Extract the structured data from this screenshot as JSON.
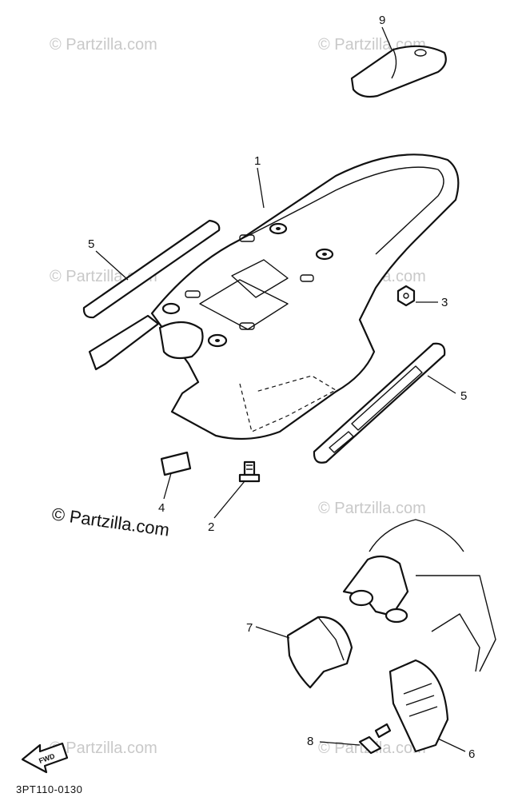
{
  "diagram": {
    "part_code": "3PT110-0130",
    "watermark": "© Partzilla.com",
    "fwd_label": "FWD",
    "callouts": [
      {
        "id": "c1",
        "label": "1"
      },
      {
        "id": "c2",
        "label": "2"
      },
      {
        "id": "c3",
        "label": "3"
      },
      {
        "id": "c4",
        "label": "4"
      },
      {
        "id": "c5a",
        "label": "5"
      },
      {
        "id": "c5b",
        "label": "5"
      },
      {
        "id": "c6",
        "label": "6"
      },
      {
        "id": "c7",
        "label": "7"
      },
      {
        "id": "c8",
        "label": "8"
      },
      {
        "id": "c9",
        "label": "9"
      }
    ]
  }
}
